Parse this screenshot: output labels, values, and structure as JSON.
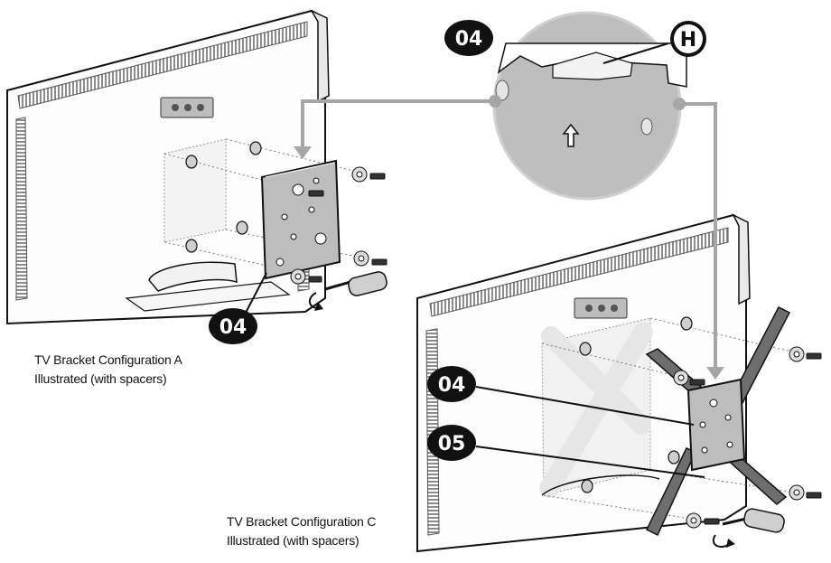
{
  "callouts": {
    "part_04": "04",
    "part_05": "05",
    "part_h": "H"
  },
  "captions": {
    "config_a_line1": "TV Bracket Configuration A",
    "config_a_line2": "Illustrated (with spacers)",
    "config_c_line1": "TV Bracket Configuration C",
    "config_c_line2": "Illustrated (with spacers)"
  },
  "colors": {
    "outline": "#111111",
    "tv_fill": "#fdfdfd",
    "vent": "#8c8c8c",
    "bracket": "#bdbdbd",
    "arm": "#6e6e6e",
    "magnifier": "#bebebe",
    "pointer": "#a6a6a6",
    "callout_bg": "#111111",
    "callout_text": "#ffffff"
  }
}
